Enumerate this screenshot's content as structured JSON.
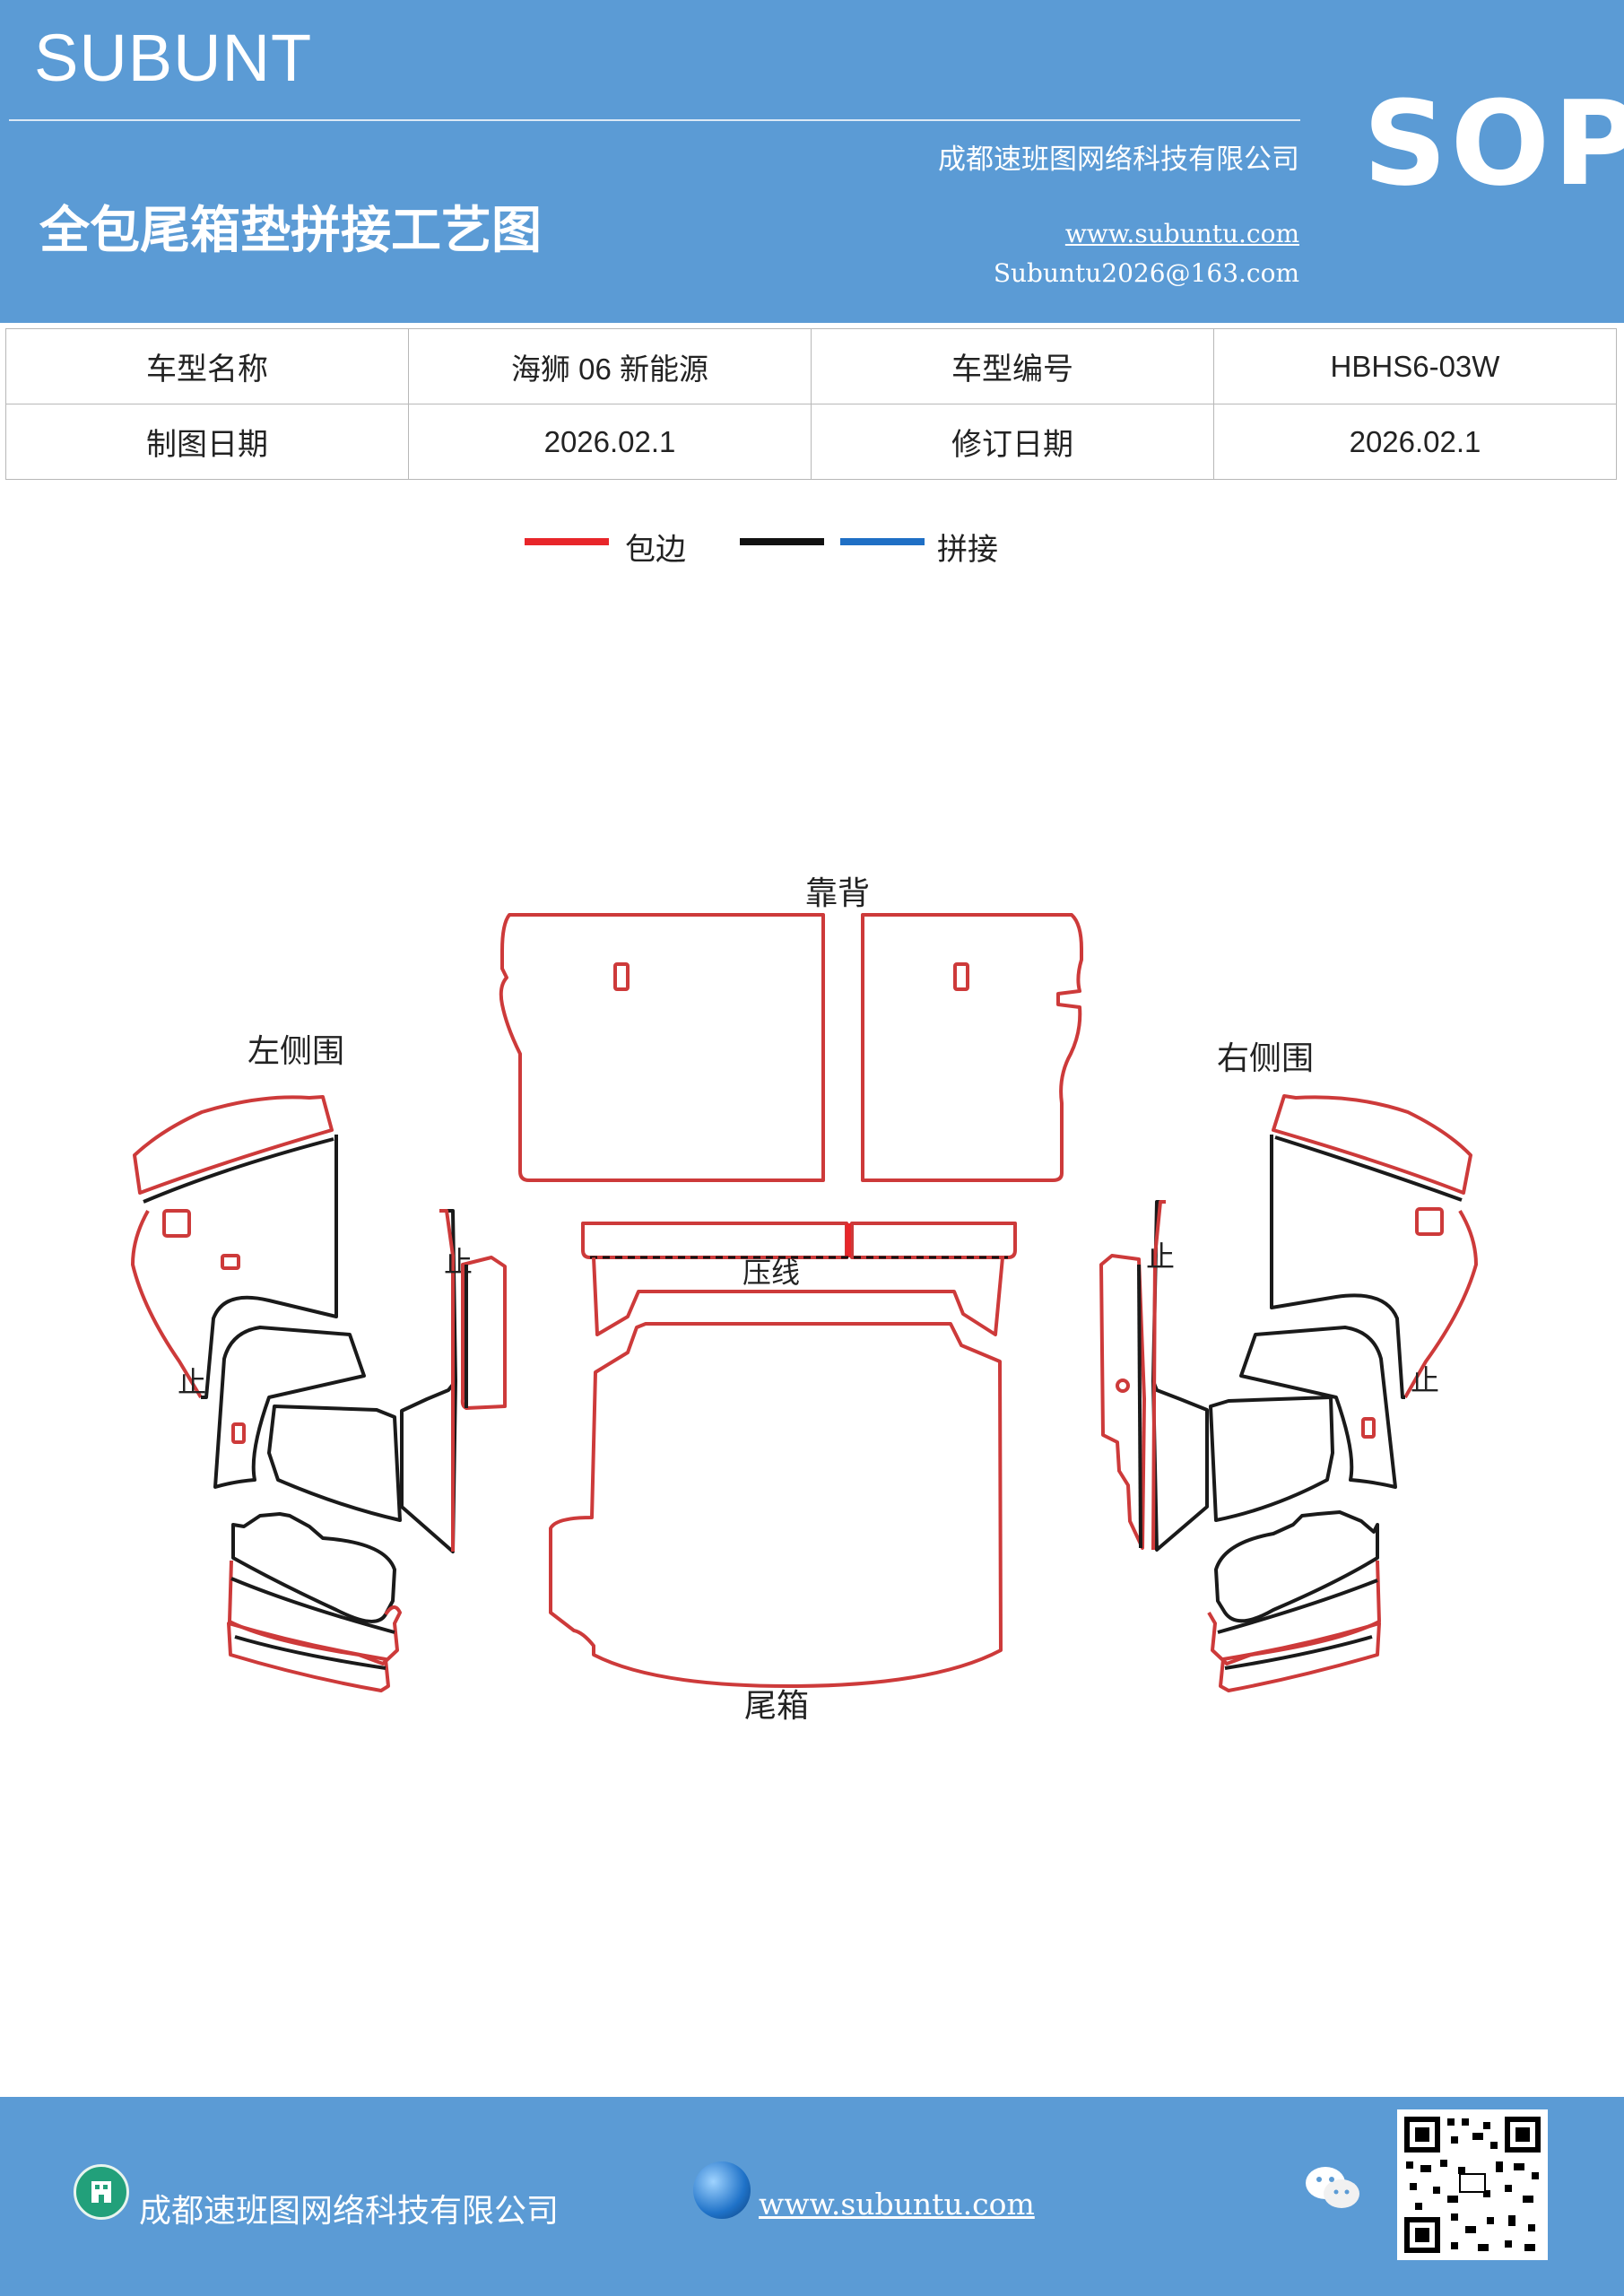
{
  "header": {
    "brand": "SUBUNT",
    "company": "成都速班图网络科技有限公司",
    "title": "全包尾箱垫拼接工艺图",
    "website": "www.subuntu.com",
    "email": "Subuntu2026@163.com",
    "badge": "SOP"
  },
  "info_table": {
    "rows": [
      {
        "label1": "车型名称",
        "value1": "海狮 06 新能源",
        "label2": "车型编号",
        "value2": "HBHS6-03W"
      },
      {
        "label1": "制图日期",
        "value1": "2026.02.1",
        "label2": "修订日期",
        "value2": "2026.02.1"
      }
    ]
  },
  "legend": {
    "items": [
      {
        "label": "包边",
        "colors": [
          "#e8262a"
        ]
      },
      {
        "label": "拼接",
        "colors": [
          "#111111",
          "#1f6fc5"
        ]
      }
    ]
  },
  "diagram": {
    "labels": {
      "backrest": "靠背",
      "left_side": "左侧围",
      "right_side": "右侧围",
      "press_line": "压线",
      "trunk": "尾箱",
      "stop_mark": "止"
    },
    "colors": {
      "edge": "#cd3a3a",
      "seam": "#1a1a1a"
    }
  },
  "footer": {
    "company": "成都速班图网络科技有限公司",
    "website": "www.subuntu.com",
    "icons": [
      "company-icon",
      "globe-icon",
      "wechat-icon",
      "qr-code"
    ]
  }
}
